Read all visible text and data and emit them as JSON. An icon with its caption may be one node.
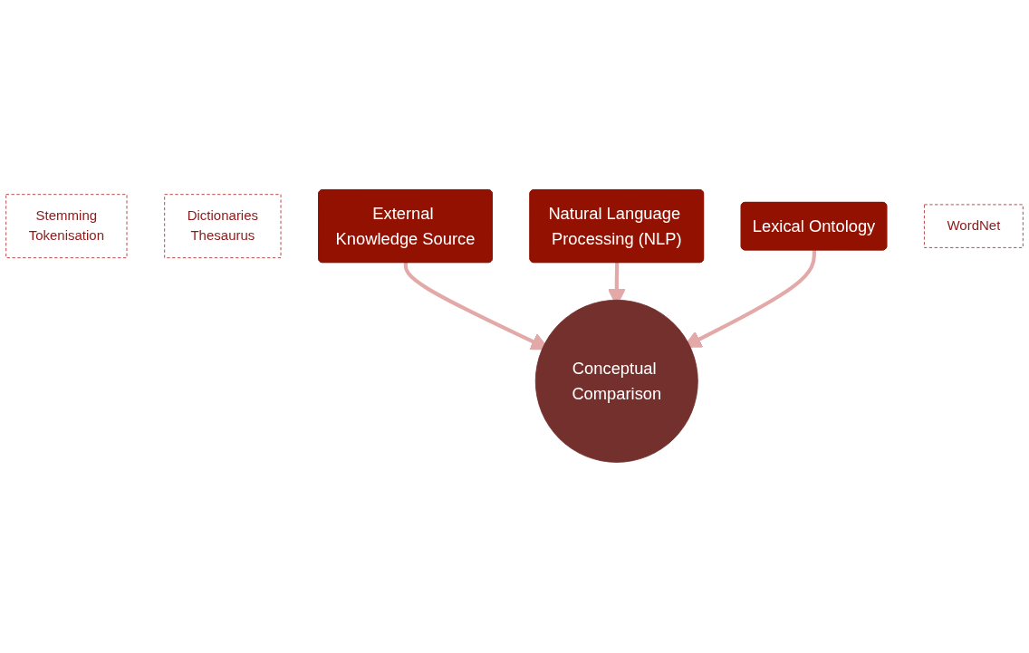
{
  "diagram": {
    "nodes": [
      {
        "text": [
          "Dictionaries",
          "Thesaurus"
        ]
      },
      {
        "text": [
          "External Knowledge Source"
        ]
      },
      {
        "text": [
          "Natural Language Processing (NLP)"
        ]
      },
      {
        "text": [
          "Lexical Ontology"
        ]
      },
      {
        "text": [
          "Stemming",
          "Tokenisation"
        ]
      },
      {
        "text": [
          "WordNet"
        ]
      },
      {
        "text": [
          "Conceptual Comparison"
        ]
      }
    ],
    "edges": [
      {
        "from": 1,
        "to": 6,
        "arrow": "to"
      },
      {
        "from": 2,
        "to": 6,
        "arrow": "to"
      },
      {
        "from": 3,
        "to": 6,
        "arrow": "to"
      }
    ]
  }
}
